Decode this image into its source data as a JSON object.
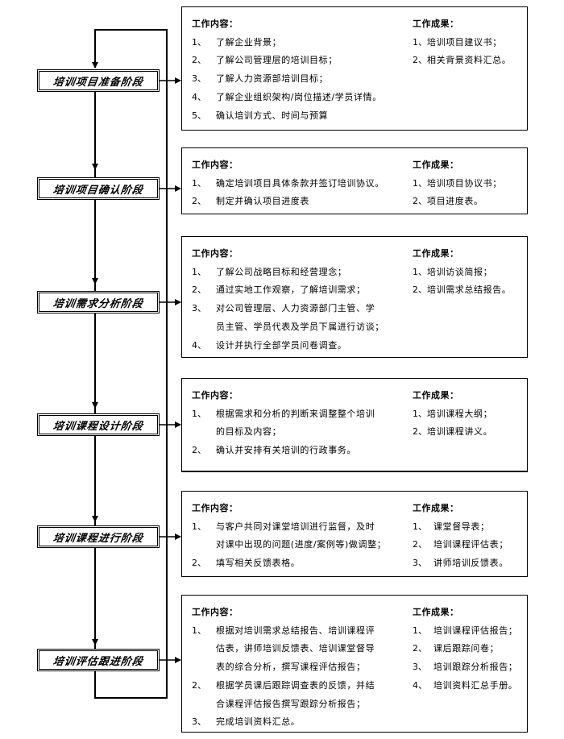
{
  "headings": {
    "content": "工作内容：",
    "results": "工作成果："
  },
  "stages": [
    {
      "label": "培训项目准备阶段",
      "content": [
        {
          "num": "1、",
          "lines": [
            "了解企业背景；"
          ]
        },
        {
          "num": "2、",
          "lines": [
            "了解公司管理层的培训目标；"
          ]
        },
        {
          "num": "3、",
          "lines": [
            "了解人力资源部培训目标；"
          ]
        },
        {
          "num": "4、",
          "lines": [
            "了解企业组织架构/岗位描述/学员详情。"
          ]
        },
        {
          "num": "5、",
          "lines": [
            "确认培训方式、时间与预算"
          ]
        }
      ],
      "results": [
        {
          "num": "1、",
          "text": "培训项目建议书；"
        },
        {
          "num": "2、",
          "text": "相关背景资料汇总。"
        }
      ]
    },
    {
      "label": "培训项目确认阶段",
      "content": [
        {
          "num": "1、",
          "lines": [
            "确定培训项目具体条款并签订培训协议。"
          ]
        },
        {
          "num": "2、",
          "lines": [
            "制定并确认项目进度表"
          ]
        }
      ],
      "results": [
        {
          "num": "1、",
          "text": "培训项目协议书；"
        },
        {
          "num": "2、",
          "text": "项目进度表。"
        }
      ]
    },
    {
      "label": "培训需求分析阶段",
      "content": [
        {
          "num": "1、",
          "lines": [
            "了解公司战略目标和经营理念；"
          ]
        },
        {
          "num": "2、",
          "lines": [
            "通过实地工作观察，了解培训需求；"
          ]
        },
        {
          "num": "3、",
          "lines": [
            "对公司管理层、人力资源部门主管、学",
            "员主管、学员代表及学员下属进行访谈；"
          ]
        },
        {
          "num": "4、",
          "lines": [
            "设计并执行全部学员问卷调查。"
          ]
        }
      ],
      "results": [
        {
          "num": "1、",
          "text": "培训访谈简报；"
        },
        {
          "num": "2、",
          "text": "培训需求总结报告。"
        }
      ]
    },
    {
      "label": "培训课程设计阶段",
      "content": [
        {
          "num": "1、",
          "lines": [
            "根据需求和分析的判断来调整整个培训",
            "的目标及内容；"
          ]
        },
        {
          "num": "2、",
          "lines": [
            "确认并安排有关培训的行政事务。"
          ]
        }
      ],
      "results": [
        {
          "num": "1、",
          "text": "培训课程大纲；"
        },
        {
          "num": "2、",
          "text": "培训课程讲义。"
        }
      ]
    },
    {
      "label": "培训课程进行阶段",
      "content": [
        {
          "num": "1、",
          "lines": [
            "与客户共同对课堂培训进行监督，及时",
            "对课中出现的问题(进度/案例等)做调整；"
          ]
        },
        {
          "num": "2、",
          "lines": [
            "填写相关反馈表格。"
          ]
        }
      ],
      "results": [
        {
          "num": "1、",
          "text": "课堂督导表；"
        },
        {
          "num": "2、",
          "text": "培训课程评估表；"
        },
        {
          "num": "3、",
          "text": "讲师培训反馈表。"
        }
      ]
    },
    {
      "label": "培训评估跟进阶段",
      "content": [
        {
          "num": "1、",
          "lines": [
            "根据对培训需求总结报告、培训课程评",
            "估表，讲师培训反馈表、培训课堂督导",
            "表的综合分析，撰写课程评估报告；"
          ]
        },
        {
          "num": "2、",
          "lines": [
            "根据学员课后跟踪调查表的反馈，并结",
            "合课程评估报告撰写跟踪分析报告；"
          ]
        },
        {
          "num": "3、",
          "lines": [
            "完成培训资料汇总。"
          ]
        }
      ],
      "results": [
        {
          "num": "1、",
          "text": "培训课程评估报告；"
        },
        {
          "num": "2、",
          "text": "课后跟踪问卷；"
        },
        {
          "num": "3、",
          "text": "培训跟踪分析报告；"
        },
        {
          "num": "4、",
          "text": "培训资料汇总手册。"
        }
      ]
    }
  ]
}
